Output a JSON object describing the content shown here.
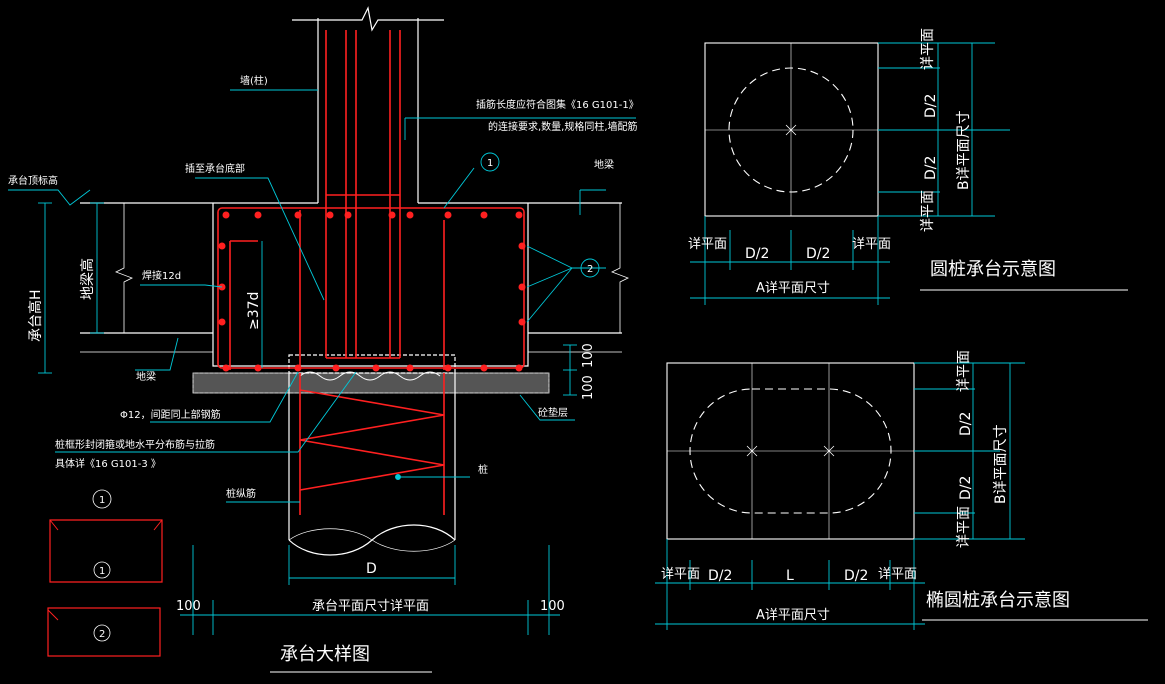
{
  "detail": {
    "wall_column": "墙(柱)",
    "rebar_note_1": "插筋长度应符合图集《16 G101-1》",
    "rebar_note_2": "的连接要求,数量,规格同柱,墙配筋",
    "to_cap_bottom": "插至承台底部",
    "marker_1": "1",
    "marker_2": "2",
    "cap_top_elev": "承台顶标高",
    "ground_beam_top": "地梁",
    "cap_height": "承台高H",
    "beam_height": "地梁高",
    "weld_length": "焊接12d",
    "anchor_length": "≥37d",
    "ground_beam_bottom": "地梁",
    "dim_100_a": "100",
    "dim_100_b": "100",
    "phi12_note": "Φ12，间距同上部钢筋",
    "pile_note_1": "桩框形封闭箍或地水平分布筋与拉筋",
    "pile_note_2": "具体详《16 G101-3 》",
    "pile": "桩",
    "pile_long_rebar": "桩纵筋",
    "cushion": "砼垫层",
    "dim_D": "D",
    "dim_100_left": "100",
    "dim_100_right": "100",
    "cap_plan_size": "承台平面尺寸详平面",
    "title": "承台大样图"
  },
  "legend": {
    "item1": "1",
    "item1_inner": "1",
    "item2": "2"
  },
  "round": {
    "detail_top": "详平面",
    "detail_bottom": "详平面",
    "d2_top": "D/2",
    "d2_bottom": "D/2",
    "b_size": "B详平面尺寸",
    "detail_left": "详平面",
    "d2_left": "D/2",
    "d2_right": "D/2",
    "detail_right": "详平面",
    "a_size": "A详平面尺寸",
    "title": "圆桩承台示意图"
  },
  "oval": {
    "detail_top": "详平面",
    "detail_bottom": "详平面",
    "d2_top": "D/2",
    "d2_bottom": "D/2",
    "b_size": "B详平面尺寸",
    "detail_left": "详平面",
    "d2_left": "D/2",
    "L": "L",
    "d2_right": "D/2",
    "detail_right": "详平面",
    "a_size": "A详平面尺寸",
    "title": "椭圆桩承台示意图"
  },
  "colors": {
    "background": "#000000",
    "outline": "#ffffff",
    "rebar": "#ff0000",
    "dimension": "#00c8d8"
  }
}
